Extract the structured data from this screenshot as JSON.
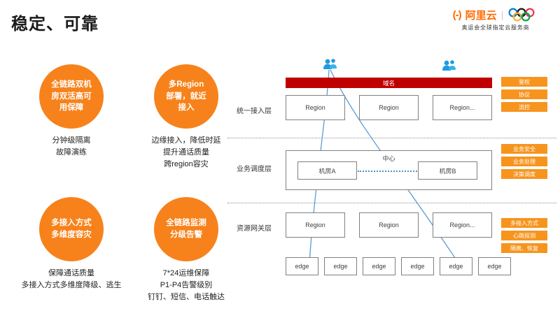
{
  "slide": {
    "title": "稳定、可靠"
  },
  "brand": {
    "mark": "(-)",
    "name": "阿里云",
    "separator": "|",
    "rings_icon": "olympic-rings-icon",
    "tagline": "奥运会全球指定云服务商"
  },
  "feature_circles": [
    {
      "id": "full-link-dual-datacenter",
      "circle_text": "全链路双机房双活高可用保障",
      "caption": "分钟级隔离\n故障演练"
    },
    {
      "id": "multi-region-deployment",
      "circle_text": "多Region部署，就近接入",
      "caption": "边缘接入，降低时延\n提升通话质量\n跨region容灾"
    },
    {
      "id": "multi-access-disaster-recovery",
      "circle_text": "多接入方式\n多维度容灾",
      "caption": "保障通话质量\n多接入方式多维度降级、逃生"
    },
    {
      "id": "full-link-monitoring-alerting",
      "circle_text": "全链路监测\n分级告警",
      "caption": "7*24运维保障\nP1-P4告警级别\n钉钉、短信、电话触达"
    }
  ],
  "diagram": {
    "people_icon": "people-icon",
    "domain_bar": {
      "label": "域名",
      "color": "#c00000"
    },
    "layers": [
      {
        "id": "unified-access-layer",
        "label": "统一接入层",
        "nodes": [
          "Region",
          "Region",
          "Region..."
        ],
        "tags": [
          "鉴权",
          "协议",
          "流控"
        ]
      },
      {
        "id": "business-scheduling-layer",
        "label": "业务调度层",
        "center_label": "中心",
        "nodes": [
          "机房A",
          "机房B"
        ],
        "tags": [
          "业务安全",
          "业务处理",
          "决策调度"
        ]
      },
      {
        "id": "resource-gateway-layer",
        "label": "资源网关层",
        "nodes": [
          "Region",
          "Region",
          "Region..."
        ],
        "edges": [
          "edge",
          "edge",
          "edge",
          "edge",
          "edge",
          "edge"
        ],
        "tags": [
          "多接入方式",
          "心跳探测",
          "隔离、恢复"
        ]
      }
    ]
  },
  "colors": {
    "orange_circle": "#f7821b",
    "orange_tag": "#f7941e",
    "domain_red": "#c00000",
    "flow_blue": "#5b9bd5",
    "people_blue": "#1e9ae0"
  }
}
